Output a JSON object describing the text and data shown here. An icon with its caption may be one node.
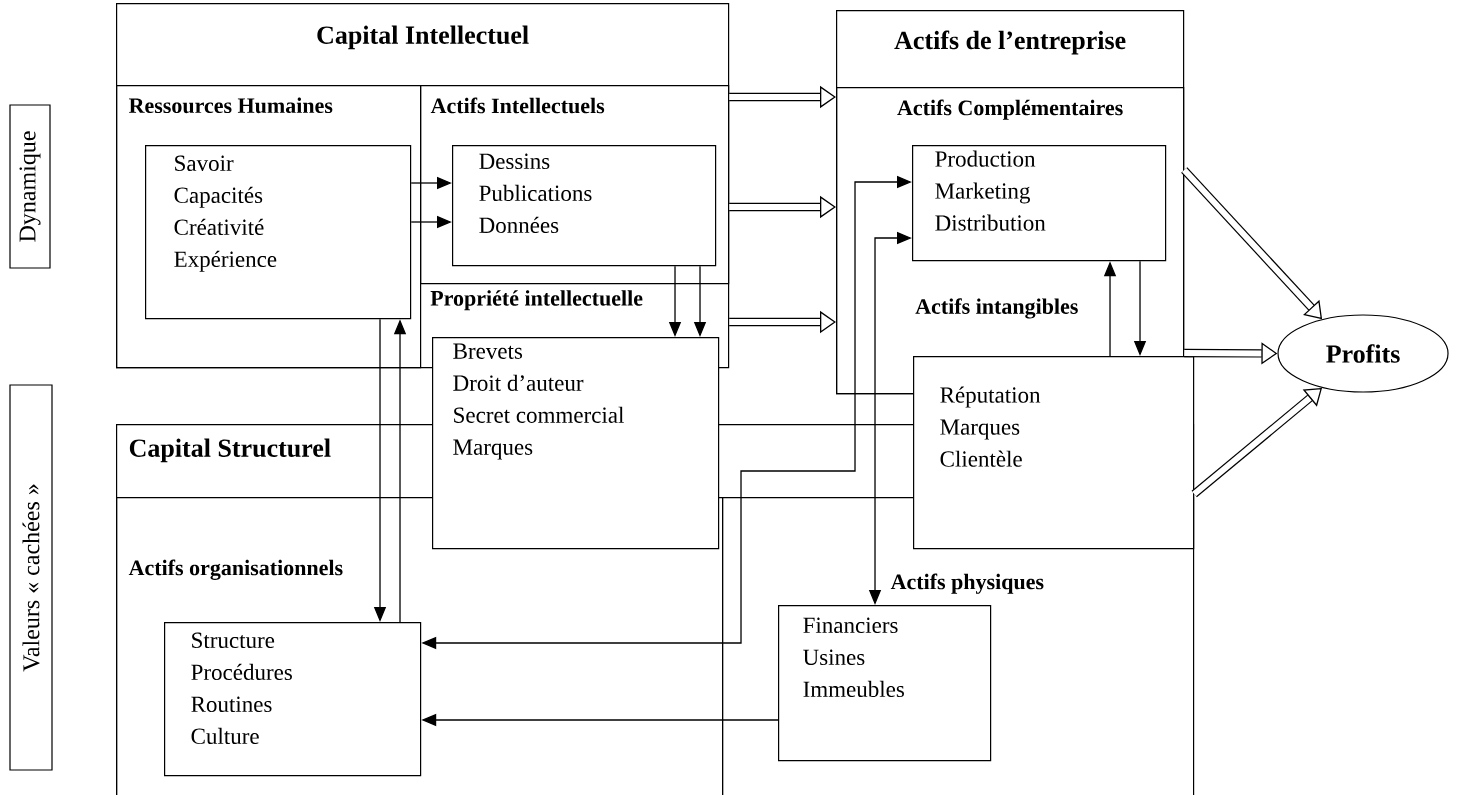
{
  "diagram": {
    "nodes": [
      {
        "text": [
          "Capital Intellectuel"
        ]
      },
      {
        "text": [
          "Ressources Humaines"
        ],
        "in": 0
      },
      {
        "text": [
          "Savoir",
          "Capacités",
          "Créativité",
          "Expérience"
        ],
        "in": 1
      },
      {
        "text": [
          "Actifs Intellectuels"
        ],
        "in": 0
      },
      {
        "text": [
          "Dessins",
          "Publications",
          "Données"
        ],
        "in": 3
      },
      {
        "text": [
          "Brevets",
          "Droit d’auteur",
          "Secret commercial",
          "Marques"
        ]
      },
      {
        "text": [
          "Dynamique"
        ]
      },
      {
        "text": [
          "Actifs de l’entreprise"
        ]
      },
      {
        "text": [
          "Actifs Complémentaires"
        ],
        "in": 7
      },
      {
        "text": [
          "Production",
          "Marketing",
          "Distribution"
        ],
        "in": 8
      },
      {
        "text": [
          "Réputation",
          "Marques",
          "Clientèle"
        ]
      },
      {
        "text": [
          "Profits"
        ]
      },
      {
        "text": [
          "Valeurs « cachées »"
        ]
      },
      {
        "text": [
          "Capital Structurel"
        ]
      },
      {
        "text": [
          "Actifs organisationnels"
        ],
        "in": 13
      },
      {
        "text": [
          "Structure",
          "Procédures",
          "Routines",
          "Culture"
        ],
        "in": 14
      },
      {
        "text": [
          "Actifs physiques"
        ],
        "in": 13
      },
      {
        "text": [
          "Financiers",
          "Usines",
          "Immeubles"
        ],
        "in": 16
      }
    ],
    "edges": [
      {
        "from": 2,
        "to": 4,
        "arrow": "to"
      },
      {
        "from": 2,
        "to": 4,
        "arrow": "to"
      },
      {
        "from": 4,
        "to": 5,
        "arrow": "to"
      },
      {
        "from": 4,
        "to": 5,
        "arrow": "to"
      },
      {
        "from": 2,
        "to": 15,
        "arrow": "to"
      },
      {
        "from": 15,
        "to": 2,
        "arrow": "to"
      },
      {
        "from": 3,
        "to": 8,
        "arrow": "to",
        "style": "thick"
      },
      {
        "from": 3,
        "to": 8,
        "arrow": "to",
        "style": "thick"
      },
      {
        "from": 0,
        "to": 8,
        "arrow": "to",
        "style": "thick"
      },
      {
        "from": 10,
        "to": 9,
        "arrow": "to"
      },
      {
        "from": 9,
        "to": 10,
        "arrow": "to"
      },
      {
        "from": 9,
        "to": 15,
        "arrow": "both"
      },
      {
        "from": 9,
        "to": 17,
        "arrow": "both"
      },
      {
        "from": 17,
        "to": 15,
        "arrow": "to"
      },
      {
        "from": 7,
        "to": 11,
        "arrow": "to",
        "style": "thick"
      },
      {
        "from": 8,
        "to": 11,
        "arrow": "to",
        "style": "thick"
      },
      {
        "from": 13,
        "to": 11,
        "arrow": "to",
        "style": "thick"
      }
    ],
    "labels": [
      "Propriété intellectuelle",
      "Actifs intangibles"
    ]
  }
}
